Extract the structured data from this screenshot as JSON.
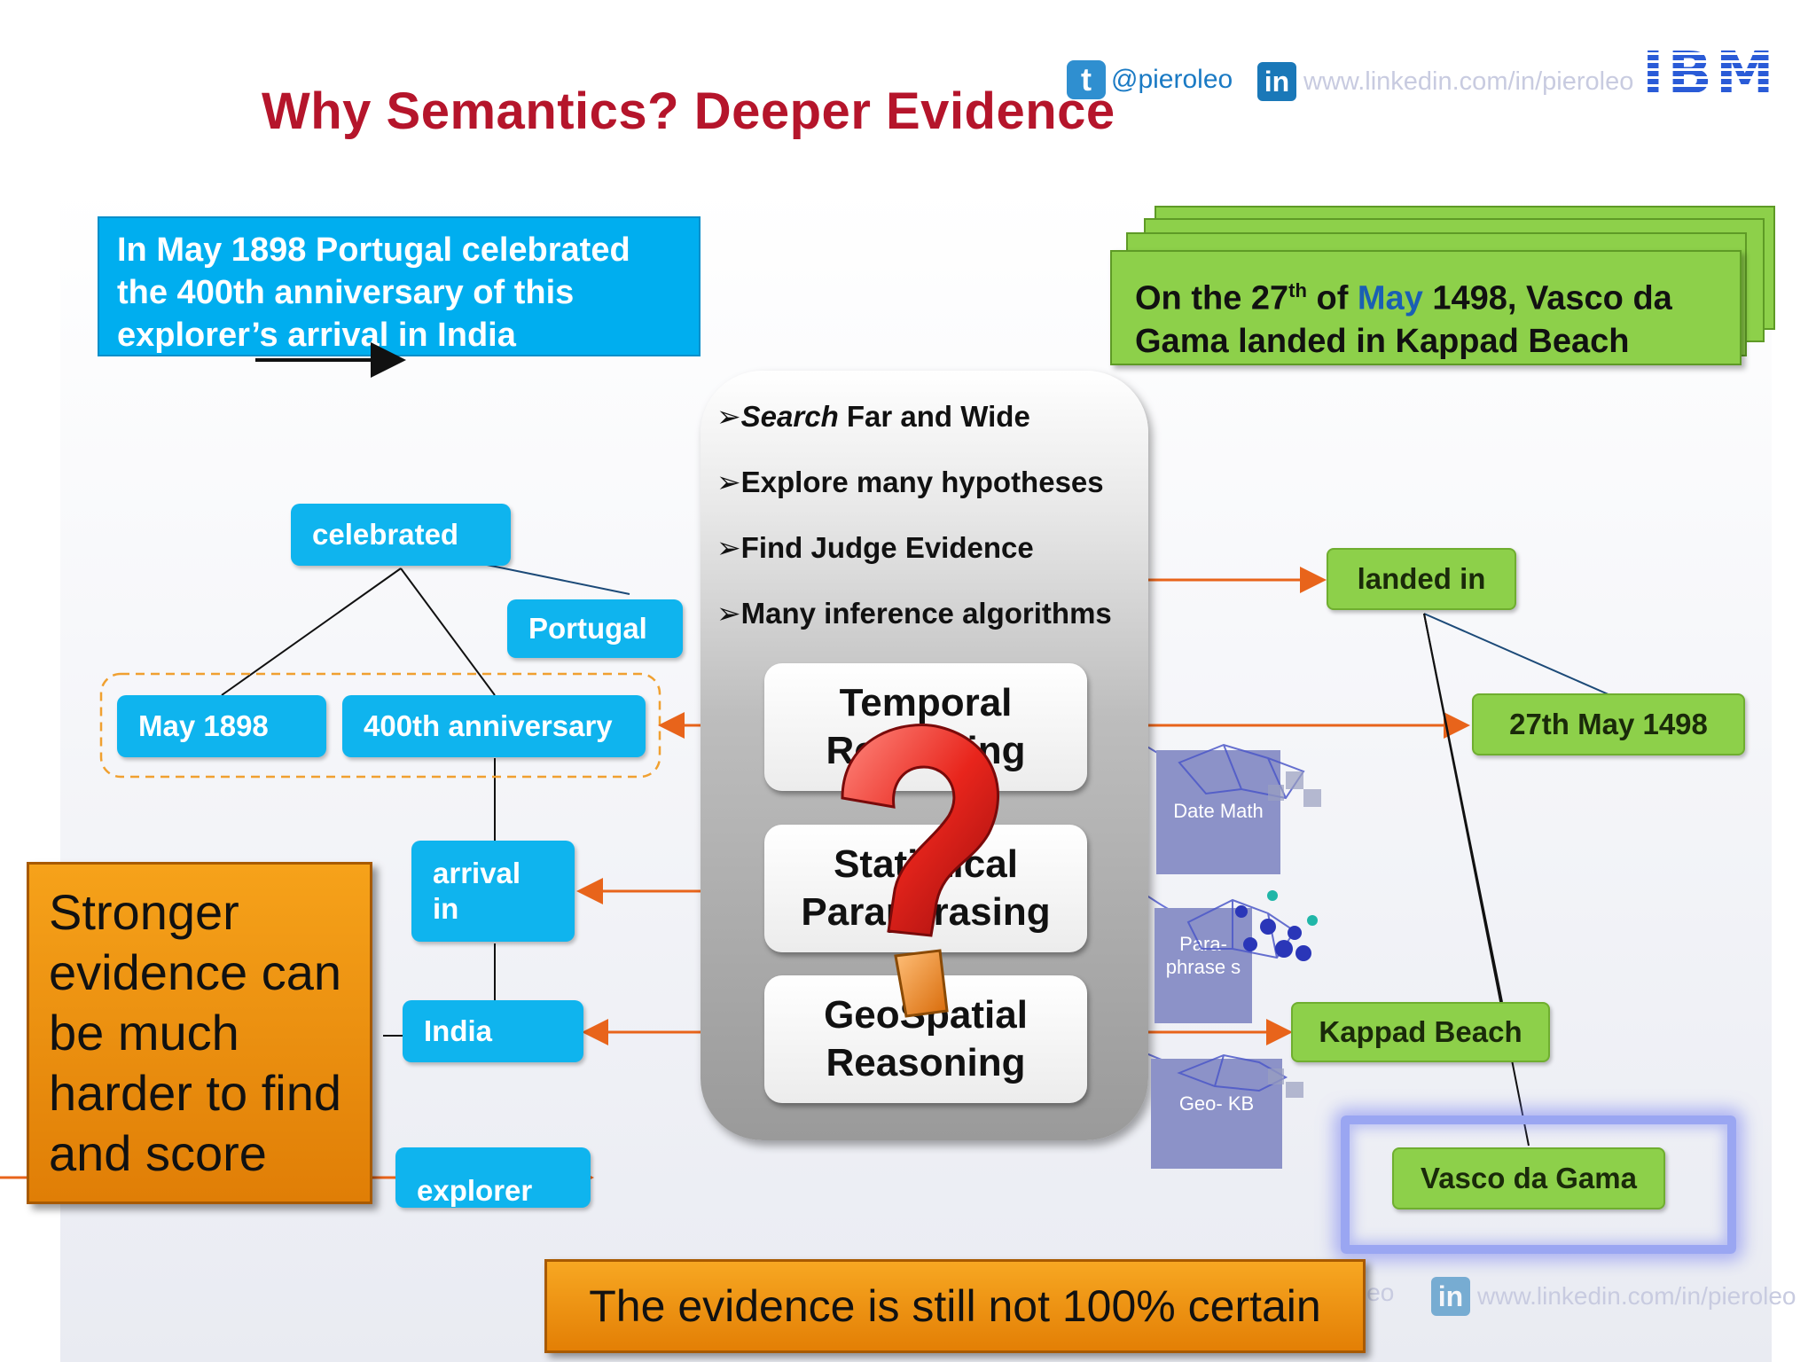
{
  "header": {
    "title": "Why Semantics? Deeper Evidence",
    "twitter_handle": "@pieroleo",
    "linkedin_url": "www.linkedin.com/in/pieroleo",
    "logo": "IBM",
    "twitter_glyph": "t",
    "linkedin_glyph": "in"
  },
  "question_box": {
    "text": "In May 1898 Portugal celebrated the 400th anniversary of this explorer’s arrival in India"
  },
  "evidence_box": {
    "line1_prefix": "On the 27",
    "line1_sup": "th",
    "line1_of": " of ",
    "line1_month": "May",
    "line1_rest": " 1498, Vasco da",
    "line2": "Gama landed in Kappad Beach"
  },
  "left_graph": {
    "celebrated": "celebrated",
    "portugal": "Portugal",
    "may1898": "May 1898",
    "anniversary": "400th anniversary",
    "arrival": "arrival in",
    "india": "India",
    "explorer": "explorer"
  },
  "methods": {
    "bullets": [
      {
        "em": "Search",
        "rest": " Far and Wide"
      },
      {
        "em": "",
        "rest": "Explore many hypotheses"
      },
      {
        "em": "",
        "rest": "Find Judge Evidence"
      },
      {
        "em": "",
        "rest": "Many inference algorithms"
      }
    ],
    "temporal": [
      "Temporal",
      "Reasoning"
    ],
    "statistical": [
      "Statistical",
      "Paraphrasing"
    ],
    "geospatial": [
      "GeoSpatial",
      "Reasoning"
    ],
    "bullet_marker": "➢"
  },
  "knowledge_bases": {
    "date_math": "Date Math",
    "paraphrases": "Para- phrase s",
    "geo_kb": "Geo- KB"
  },
  "right_graph": {
    "landed_in": "landed in",
    "date": "27th May 1498",
    "kappad": "Kappad Beach",
    "vasco": "Vasco da Gama"
  },
  "callout": {
    "text": "Stronger evidence can be much harder to find and score"
  },
  "footer": {
    "banner": "The evidence is still not 100% certain",
    "twitter_partial": "leo",
    "linkedin_url": "www.linkedin.com/in/pieroleo"
  },
  "colors": {
    "title": "#b5152b",
    "blue_node": "#0fb4ee",
    "green_node": "#8dd04a",
    "orange": "#f39c12",
    "arrow": "#e8641b",
    "question_mark": "#e8251c"
  }
}
